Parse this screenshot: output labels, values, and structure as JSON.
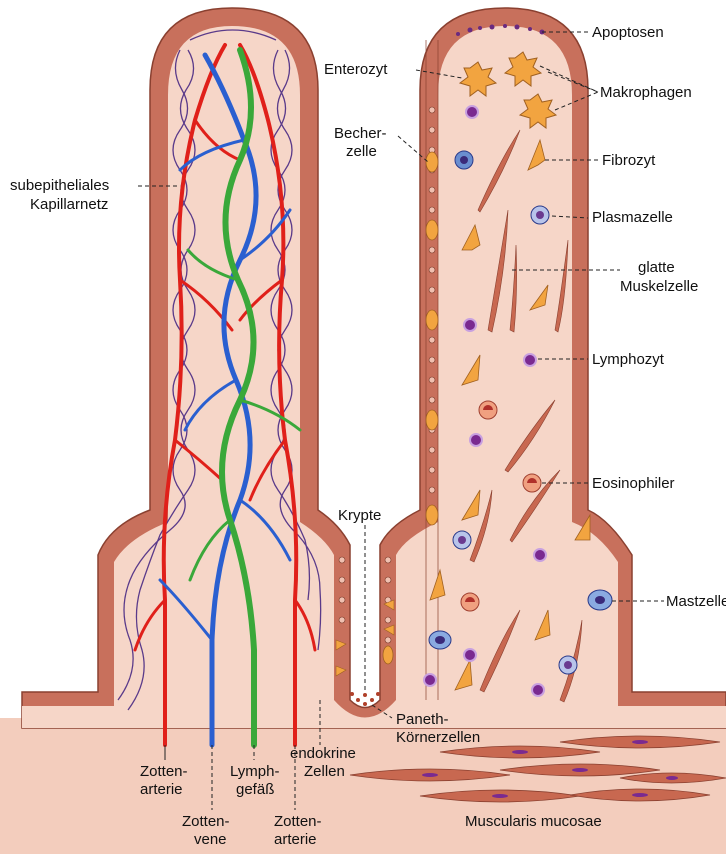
{
  "figure": {
    "labels": {
      "apoptosen": "Apoptosen",
      "enterozyt": "Enterozyt",
      "makrophagen": "Makrophagen",
      "becherzelle_1": "Becher-",
      "becherzelle_2": "zelle",
      "fibrozyt": "Fibrozyt",
      "subepitheliales_1": "subepitheliales",
      "subepitheliales_2": "Kapillarnetz",
      "plasmazelle": "Plasmazelle",
      "glatte_1": "glatte",
      "glatte_2": "Muskelzelle",
      "lymphozyt": "Lymphozyt",
      "eosinophiler": "Eosinophiler",
      "krypte": "Krypte",
      "mastzelle": "Mastzelle",
      "paneth_1": "Paneth-",
      "paneth_2": "Körnerzellen",
      "endokrine_1": "endokrine",
      "endokrine_2": "Zellen",
      "zottenarterie_l_1": "Zotten-",
      "zottenarterie_l_2": "arterie",
      "lymphgefaess_1": "Lymph-",
      "lymphgefaess_2": "gefäß",
      "zottenvene_1": "Zotten-",
      "zottenvene_2": "vene",
      "zottenarterie_r_1": "Zotten-",
      "zottenarterie_r_2": "arterie",
      "muscularis": "Muscularis mucosae"
    },
    "colors": {
      "epithelium": "#c8705c",
      "epithelium_dark": "#a85a48",
      "lamina_propria": "#f6d6c8",
      "submucosa": "#f3cdbd",
      "artery": "#e0201a",
      "vein": "#2a5fd0",
      "lymph": "#3aa83a",
      "capillary": "#5a3a8a",
      "fibrocyte": "#f0a030",
      "smooth_muscle": "#c86850",
      "nucleus": "#7a2a90"
    }
  }
}
